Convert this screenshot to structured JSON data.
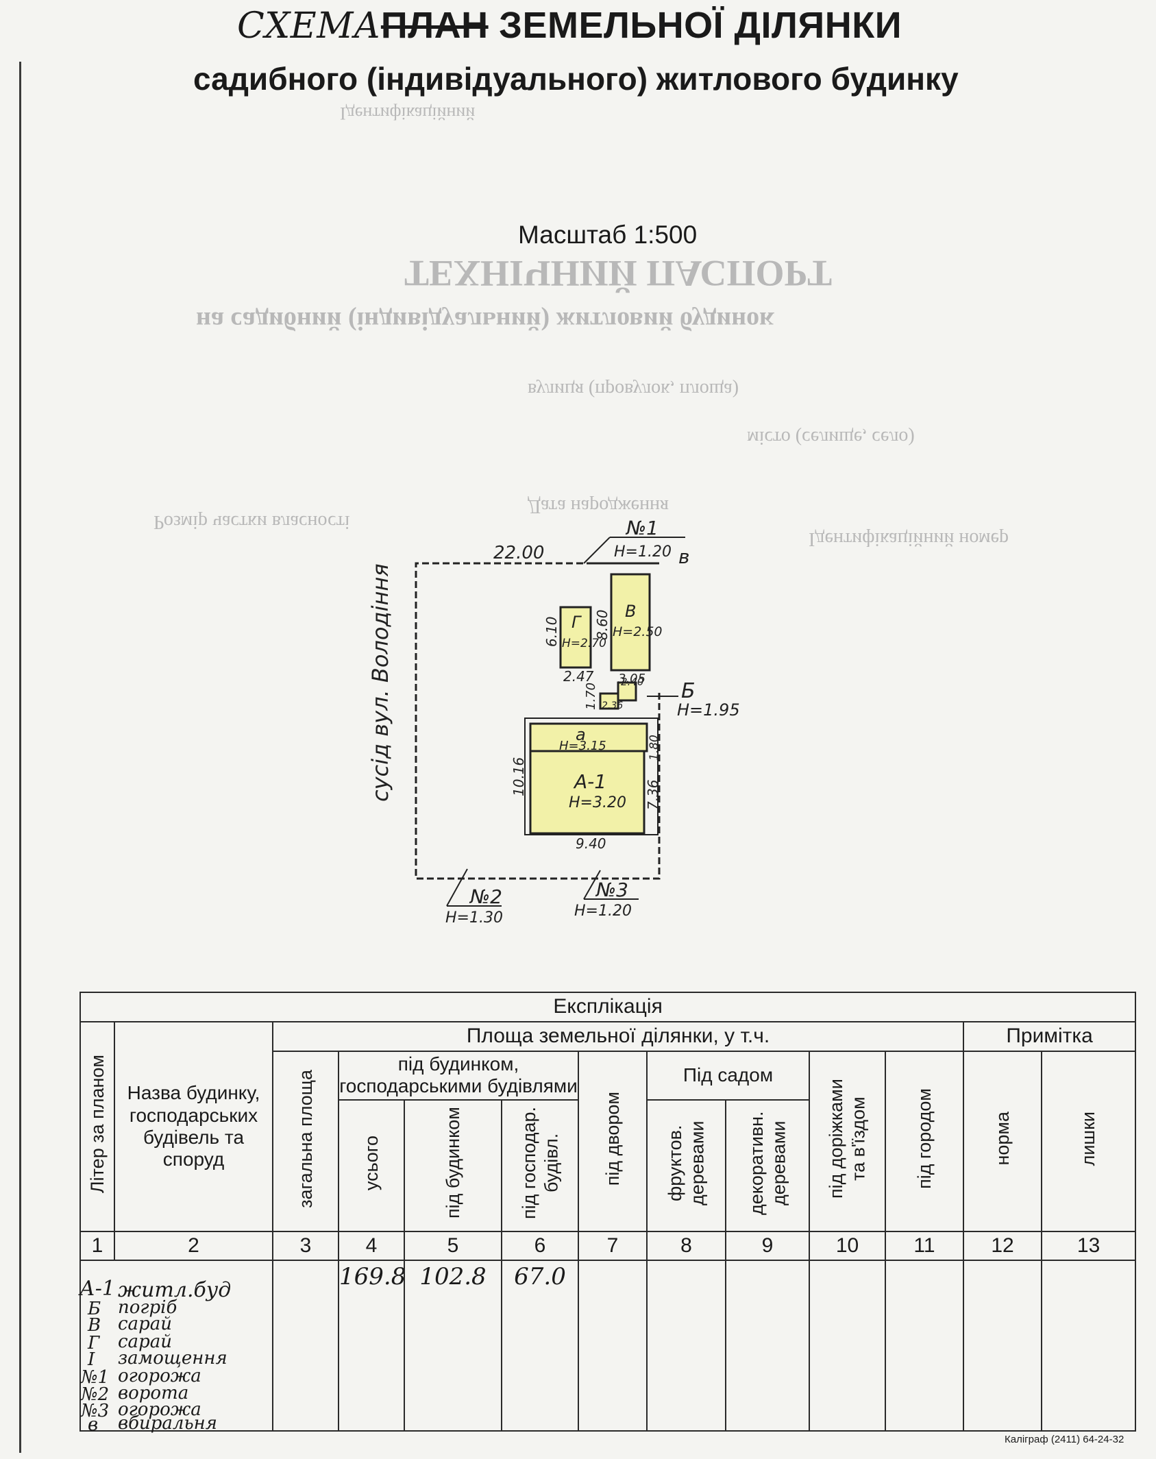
{
  "header": {
    "title_handwritten": "СХЕМА",
    "title_struck": "ПЛАН",
    "title_rest": "ЗЕМЕЛЬНОЇ ДІЛЯНКИ",
    "subtitle": "садибного (індивідуального) житлового будинку",
    "scale": "Масштаб 1:500"
  },
  "bleed_through": {
    "line1": "ТЕХНІЧНИЙ ПАСПОРТ",
    "line2": "на садибний (індивідуальний) житловий будинок",
    "line3": "вулиця (провулок, площа)",
    "line4": "місто (селище, село)",
    "line5": "Дата народження",
    "line6": "Ідентифікаційний номер",
    "line7": "Розмір частки власності",
    "line8": "Ідентифікаційний"
  },
  "plan": {
    "labels": {
      "top_length": "22.00",
      "left_side": "сусід вул. Володіння",
      "gate_n1": "№1",
      "gate_n1_h": "Н=1.20",
      "label_v_small": "в",
      "building_g": "Г",
      "building_g_h": "Н=2.70",
      "building_g_len": "6.10",
      "building_g_w": "2.47",
      "building_v": "В",
      "building_v_h": "Н=2.50",
      "building_v_len": "8.60",
      "building_v_w": "3.05",
      "building_b": "Б",
      "building_b_h": "Н=1.95",
      "building_b_w1": "2.40",
      "building_b_w2": "2.36",
      "building_b_len": "1.70",
      "porch": "а",
      "porch_h": "Н=3.15",
      "house": "А-1",
      "house_h": "Н=3.20",
      "house_len": "10.16",
      "house_side": "7.36",
      "house_offset": "1.80",
      "house_w": "9.40",
      "gate_n2": "№2",
      "gate_n2_h": "Н=1.30",
      "gate_n3": "№3",
      "gate_n3_h": "Н=1.20"
    }
  },
  "table": {
    "caption": "Експлікація",
    "h_letter": "Літер за планом",
    "h_name": "Назва будинку, господарських будівель та споруд",
    "h_area_group": "Площа земельної ділянки, у т.ч.",
    "h_total": "загальна площа",
    "h_under_buildings": "під будинком, господарськими будівлями",
    "h_all": "усього",
    "h_house": "під будинком",
    "h_outbuild": "під господар. будівл.",
    "h_yard": "під двором",
    "h_garden": "Під садом",
    "h_fruit": "фруктов. деревами",
    "h_decor": "декоративн. деревами",
    "h_paths": "під доріжками та в'їздом",
    "h_vegetable": "під городом",
    "h_note": "Примітка",
    "h_norm": "норма",
    "h_excess": "лишки",
    "numbers": [
      "1",
      "2",
      "3",
      "4",
      "5",
      "6",
      "7",
      "8",
      "9",
      "10",
      "11",
      "12",
      "13"
    ],
    "values": {
      "all": "169.8",
      "house": "102.8",
      "outbuild": "67.0"
    },
    "rows": [
      {
        "letter": "А-1",
        "name": "житл.буд"
      },
      {
        "letter": "Б",
        "name": "погріб"
      },
      {
        "letter": "В",
        "name": "сарай"
      },
      {
        "letter": "Г",
        "name": "сарай"
      },
      {
        "letter": "І",
        "name": "замощення"
      },
      {
        "letter": "№1",
        "name": "огорожа"
      },
      {
        "letter": "№2",
        "name": "ворота"
      },
      {
        "letter": "№3",
        "name": "огорожа"
      },
      {
        "letter": "в",
        "name": "вбиральня"
      }
    ]
  },
  "footer": "Каліграф (2411) 64-24-32"
}
